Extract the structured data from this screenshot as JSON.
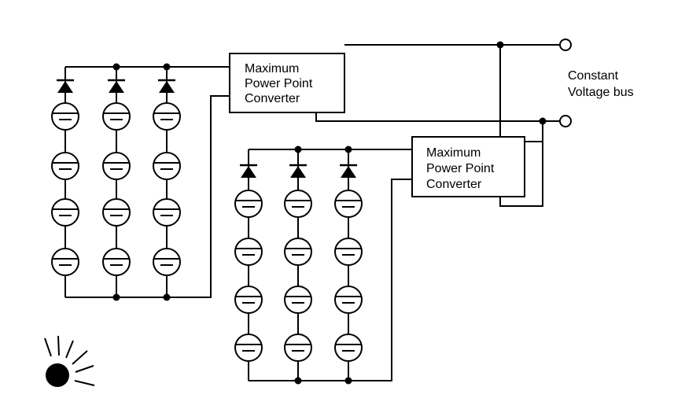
{
  "converters": [
    {
      "line1": "Maximum",
      "line2": "Power Point",
      "line3": "Converter"
    },
    {
      "line1": "Maximum",
      "line2": "Power Point",
      "line3": "Converter"
    }
  ],
  "bus_label": {
    "line1": "Constant",
    "line2": "Voltage bus"
  },
  "arrays": [
    {
      "strings": 3,
      "cells_per_string": 4
    },
    {
      "strings": 3,
      "cells_per_string": 4
    }
  ]
}
